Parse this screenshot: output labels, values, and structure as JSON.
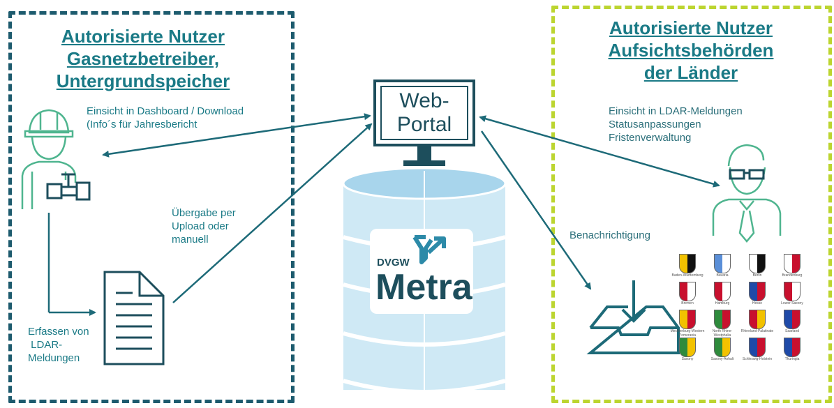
{
  "left_box": {
    "heading_lines": [
      "Autorisierte Nutzer",
      "Gasnetzbetreiber,",
      "Untergrundspeicher"
    ],
    "label_dashboard_lines": [
      "Einsicht in Dashboard / Download",
      "(Info´s für Jahresbericht"
    ],
    "label_upload_lines": [
      "Übergabe per",
      "Upload oder",
      "manuell"
    ],
    "label_capture_lines": [
      "Erfassen von",
      " LDAR-",
      "Meldungen"
    ]
  },
  "center": {
    "web_portal_lines": [
      "Web-",
      "Portal"
    ],
    "logo_small": "DVGW",
    "logo_big": "Metra"
  },
  "right_box": {
    "heading_lines": [
      "Autorisierte Nutzer",
      "Aufsichtsbehörden",
      "der Länder"
    ],
    "label_lines": [
      "Einsicht in LDAR-Meldungen",
      "Statusanpassungen",
      "Fristenverwaltung"
    ],
    "notification": "Benachrichtigung"
  },
  "crests": [
    {
      "name": "Baden-Württemberg",
      "c1": "#f2c200",
      "c2": "#111111"
    },
    {
      "name": "Bavaria",
      "c1": "#5a8fd8",
      "c2": "#ffffff"
    },
    {
      "name": "Berlin",
      "c1": "#ffffff",
      "c2": "#111111"
    },
    {
      "name": "Brandenburg",
      "c1": "#ffffff",
      "c2": "#c8102e"
    },
    {
      "name": "Bremen",
      "c1": "#c8102e",
      "c2": "#ffffff"
    },
    {
      "name": "Hamburg",
      "c1": "#c8102e",
      "c2": "#ffffff"
    },
    {
      "name": "Hesse",
      "c1": "#1f4aa8",
      "c2": "#c8102e"
    },
    {
      "name": "Lower Saxony",
      "c1": "#c8102e",
      "c2": "#ffffff"
    },
    {
      "name": "Mecklenburg-Western Pomerania",
      "c1": "#f2c200",
      "c2": "#c8102e"
    },
    {
      "name": "North Rhine-Westphalia",
      "c1": "#2e8b3c",
      "c2": "#c8102e"
    },
    {
      "name": "Rhineland-Palatinate",
      "c1": "#c8102e",
      "c2": "#f2c200"
    },
    {
      "name": "Saarland",
      "c1": "#1f4aa8",
      "c2": "#c8102e"
    },
    {
      "name": "Saxony",
      "c1": "#2e8b3c",
      "c2": "#f2c200"
    },
    {
      "name": "Saxony-Anhalt",
      "c1": "#2e8b3c",
      "c2": "#f2c200"
    },
    {
      "name": "Schleswig-Holstein",
      "c1": "#1f4aa8",
      "c2": "#c8102e"
    },
    {
      "name": "Thuringia",
      "c1": "#1f4aa8",
      "c2": "#c8102e"
    }
  ],
  "colors": {
    "left_border": "#1d5b6e",
    "right_border": "#bcd530",
    "arrow": "#1d6a78",
    "icon_green": "#4fb58f",
    "icon_dark": "#1d4e5c",
    "db_light": "#cfe9f5",
    "db_mid": "#a8d5ec"
  }
}
